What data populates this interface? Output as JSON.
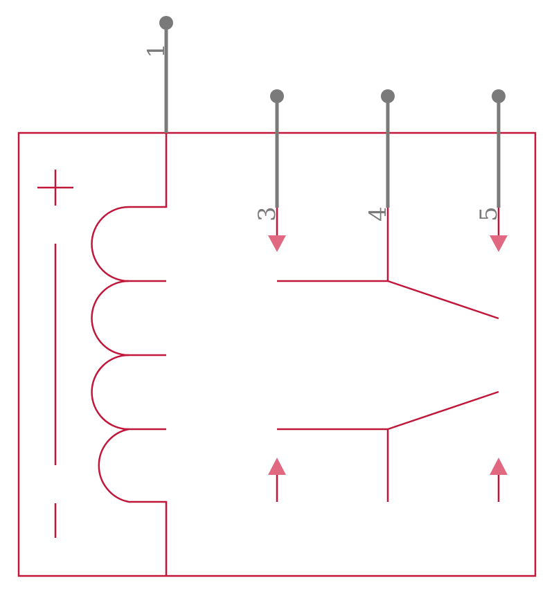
{
  "colors": {
    "outline": "#c0163a",
    "pin": "#7a7a7a",
    "arrow": "#e06880",
    "background": "#ffffff"
  },
  "pins": [
    {
      "id": "pin-1",
      "label": "1"
    },
    {
      "id": "pin-3",
      "label": "3"
    },
    {
      "id": "pin-4",
      "label": "4"
    },
    {
      "id": "pin-5",
      "label": "5"
    }
  ],
  "symbols": {
    "plus": "+",
    "minus": "-"
  }
}
